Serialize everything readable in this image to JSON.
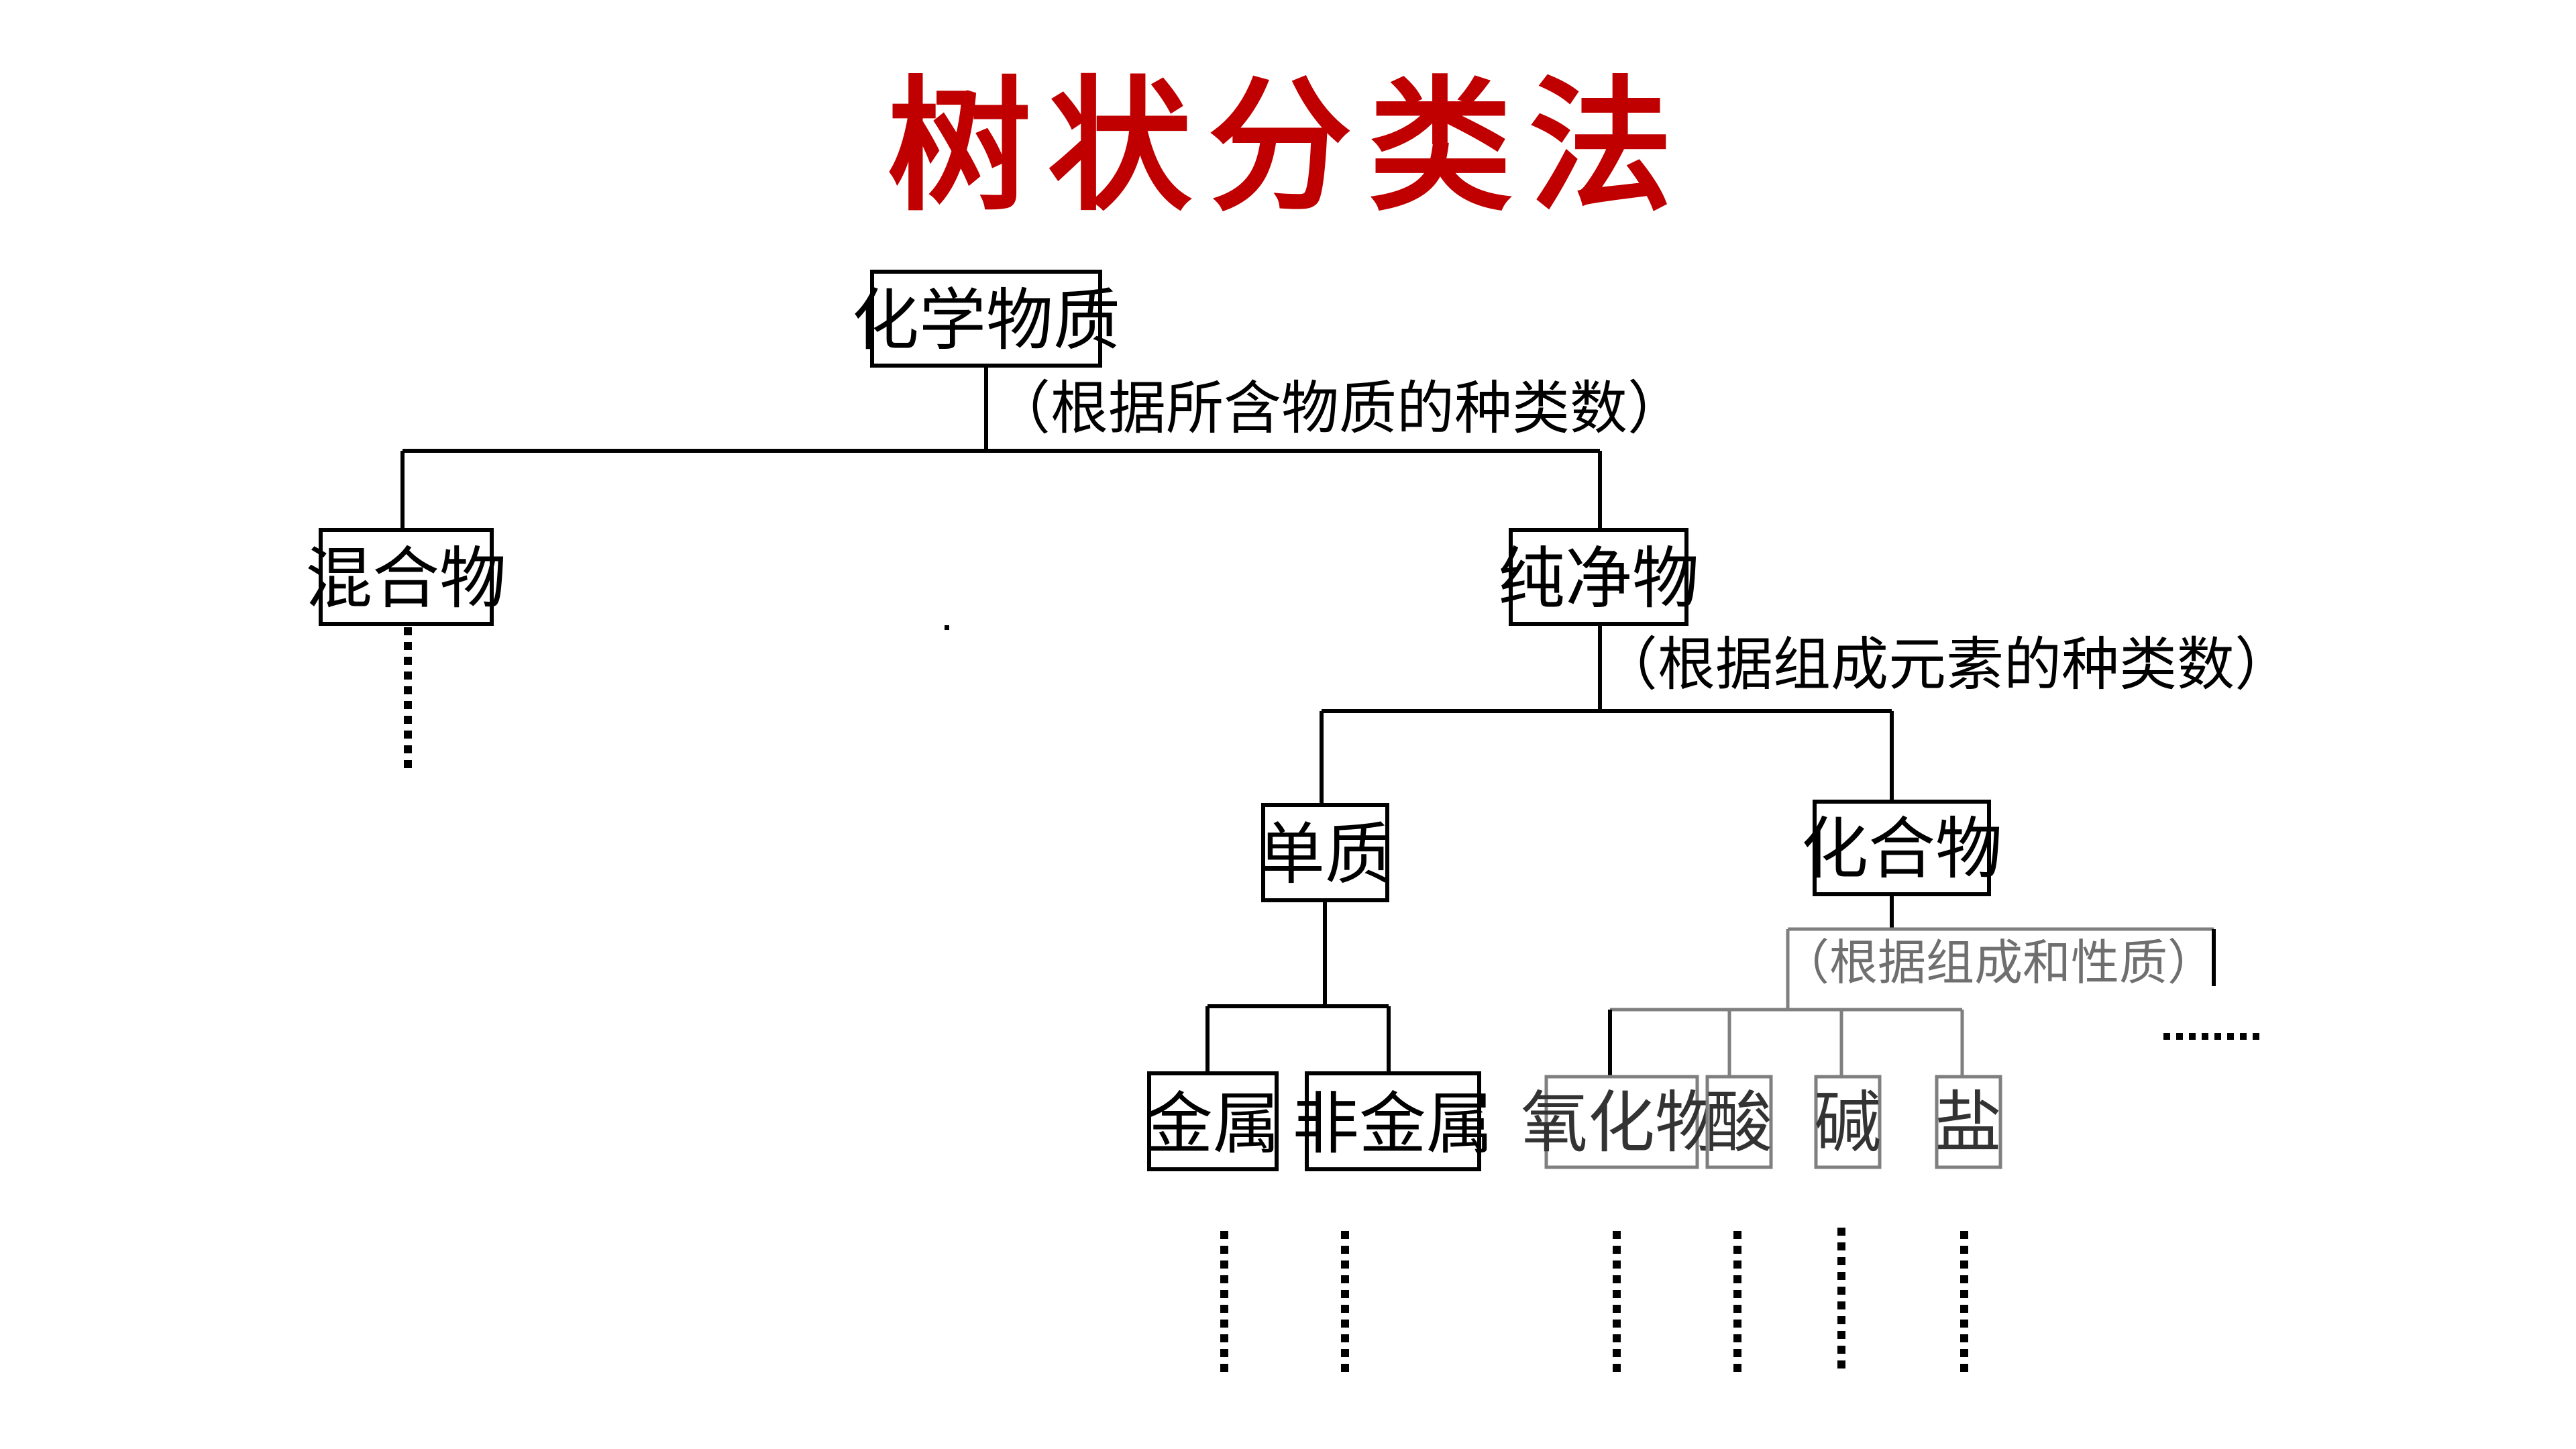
{
  "title": "树状分类法",
  "colors": {
    "title": "#c00000",
    "lines": "#000000",
    "faded": "#7f7f7f"
  },
  "tree": {
    "root": "化学物质",
    "root_criterion": "（根据所含物质的种类数）",
    "mixture": "混合物",
    "pure": "纯净物",
    "pure_criterion": "（根据组成元素的种类数）",
    "element": "单质",
    "compound": "化合物",
    "compound_criterion": "（根据组成和性质）",
    "metal": "金属",
    "nonmetal": "非金属",
    "oxide": "氧化物",
    "acid": "酸",
    "base": "碱",
    "salt": "盐"
  }
}
